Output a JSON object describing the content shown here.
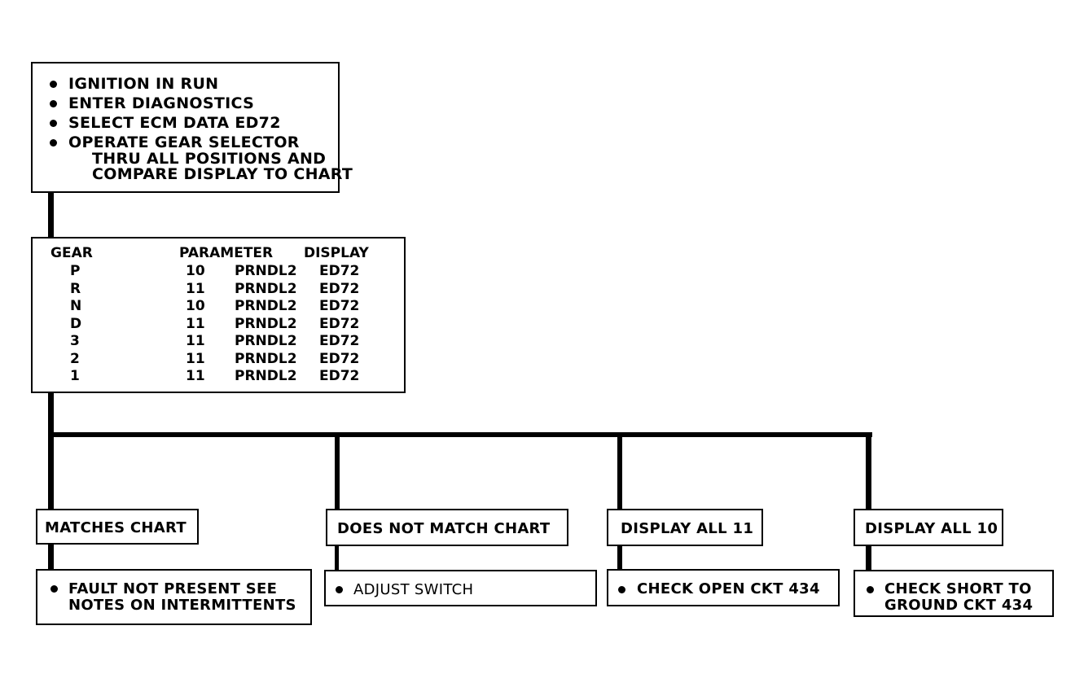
{
  "start_box": {
    "items": [
      "IGNITION IN RUN",
      "ENTER DIAGNOSTICS",
      "SELECT ECM DATA ED72",
      "OPERATE GEAR SELECTOR"
    ],
    "item4_line2": "THRU ALL POSITIONS AND",
    "item4_line3": "COMPARE DISPLAY TO CHART"
  },
  "chart_table": {
    "headers": {
      "gear": "GEAR",
      "parameter": "PARAMETER",
      "display": "DISPLAY"
    },
    "rows": [
      {
        "gear": "P",
        "parameter": "10",
        "parameter_name": "PRNDL2",
        "display": "ED72"
      },
      {
        "gear": "R",
        "parameter": "11",
        "parameter_name": "PRNDL2",
        "display": "ED72"
      },
      {
        "gear": "N",
        "parameter": "10",
        "parameter_name": "PRNDL2",
        "display": "ED72"
      },
      {
        "gear": "D",
        "parameter": "11",
        "parameter_name": "PRNDL2",
        "display": "ED72"
      },
      {
        "gear": "3",
        "parameter": "11",
        "parameter_name": "PRNDL2",
        "display": "ED72"
      },
      {
        "gear": "2",
        "parameter": "11",
        "parameter_name": "PRNDL2",
        "display": "ED72"
      },
      {
        "gear": "1",
        "parameter": "11",
        "parameter_name": "PRNDL2",
        "display": "ED72"
      }
    ]
  },
  "branches": [
    {
      "condition": "MATCHES CHART",
      "action_line1": "FAULT NOT PRESENT SEE",
      "action_line2": "NOTES ON INTERMITTENTS"
    },
    {
      "condition": "DOES NOT MATCH CHART",
      "action_line1": "ADJUST SWITCH",
      "action_line2": ""
    },
    {
      "condition": "DISPLAY ALL 11",
      "action_line1": "CHECK OPEN CKT 434",
      "action_line2": ""
    },
    {
      "condition": "DISPLAY ALL 10",
      "action_line1": "CHECK SHORT TO",
      "action_line2": "GROUND CKT 434"
    }
  ]
}
